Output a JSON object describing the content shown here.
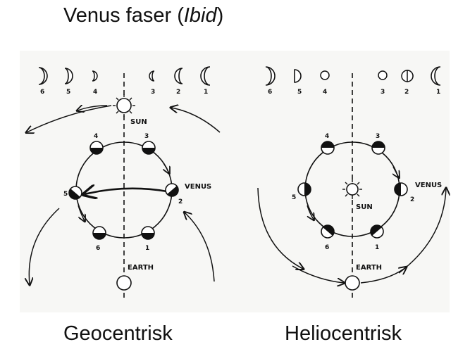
{
  "title": {
    "main": "Venus faser (",
    "italic": "Ibid",
    "close": ")"
  },
  "captions": {
    "geocentric": "Geocentrisk",
    "heliocentric": "Heliocentrisk"
  },
  "labels": {
    "sun": "SUN",
    "earth": "EARTH",
    "venus": "VENUS"
  },
  "geocentric": {
    "phase_numbers": [
      "6",
      "5",
      "4",
      "3",
      "2",
      "1"
    ],
    "orbit_numbers": [
      "4",
      "3",
      "5",
      "2",
      "6",
      "1"
    ]
  },
  "heliocentric": {
    "phase_numbers": [
      "6",
      "5",
      "4",
      "3",
      "2",
      "1"
    ],
    "orbit_numbers": [
      "4",
      "3",
      "5",
      "2",
      "6",
      "1"
    ]
  }
}
